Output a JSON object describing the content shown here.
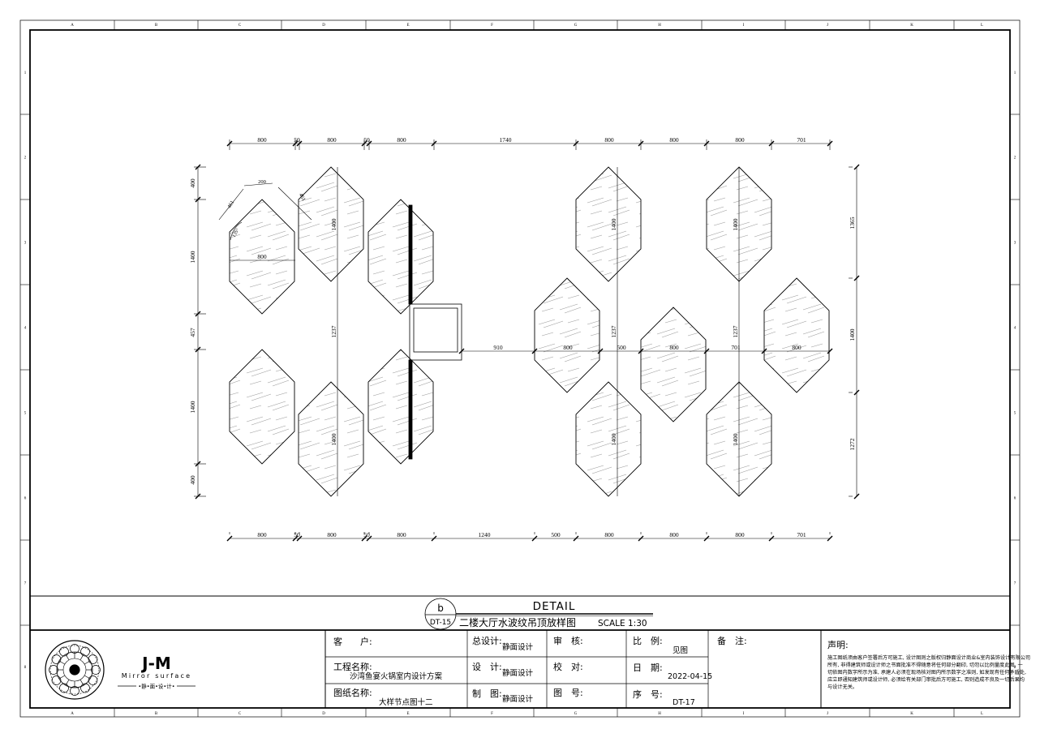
{
  "frame": {
    "column_letters": [
      "A",
      "B",
      "C",
      "D",
      "E",
      "F",
      "G",
      "H",
      "I",
      "J",
      "K",
      "L"
    ],
    "row_numbers": [
      "1",
      "2",
      "3",
      "4",
      "5",
      "6",
      "7",
      "8"
    ]
  },
  "dimensions": {
    "top": [
      "800",
      "50",
      "800",
      "50",
      "800",
      "1740",
      "800",
      "800",
      "800",
      "701"
    ],
    "bottom": [
      "800",
      "50",
      "800",
      "50",
      "800",
      "1240",
      "500",
      "800",
      "800",
      "800",
      "701"
    ],
    "left": [
      "400",
      "1400",
      "457",
      "1400",
      "400"
    ],
    "right": [
      "1365",
      "1400",
      "1272"
    ],
    "panel_height": "1400",
    "panel_width": "800",
    "chamfer_edge": "461",
    "chamfer_top": "200",
    "chamfer_angle": "135°",
    "middle_span_1237": "1237",
    "center_910": "910",
    "center_500": "500",
    "center_701": "701"
  },
  "detail": {
    "marker_letter": "b",
    "marker_sheet": "DT-15",
    "title": "DETAIL",
    "name": "二楼大厅水波纹吊顶放样图",
    "scale": "SCALE 1:30"
  },
  "logo": {
    "name": "J-M",
    "subtitle": "Mirror surface",
    "tagline": "•静•面•设•计•"
  },
  "title_block": {
    "client_label": "客　　户:",
    "project_label": "工程名称:",
    "project_value": "沙湾鱼宴火锅室内设计方案",
    "drawing_label": "图纸名称:",
    "drawing_value": "大样节点图十二",
    "chief_label": "总设计:",
    "chief_value": "静面设计",
    "design_label": "设　计:",
    "design_value": "静面设计",
    "draft_label": "制　图:",
    "draft_value": "静面设计",
    "review_label": "审　核:",
    "check_label": "校　对:",
    "number_label": "图　号:",
    "scale_label": "比　例:",
    "scale_value": "见图",
    "date_label": "日　期:",
    "date_value": "2022-04-15",
    "serial_label": "序　号:",
    "serial_value": "DT-17",
    "remark_label": "备　注:",
    "statement_label": "声明:",
    "statement_lines": [
      "施工图纸须由客户签署后方可施工, 设计图则之版权归静面设计商业&室内装饰设计有限公司",
      "所有, 非得建筑师或设计师之书面批准不得随意将任何部分翻印, 切勿以比例量度此图, 一",
      "切依图内数字所示为准, 承建人必须在现场核对图内所示数字之准则, 如发现有任何矛盾处,",
      "应立即通知建筑师或设计师, 必须给有关部门审批后方可施工, 否则造成不良及一切后果均",
      "与设计无关。"
    ]
  }
}
